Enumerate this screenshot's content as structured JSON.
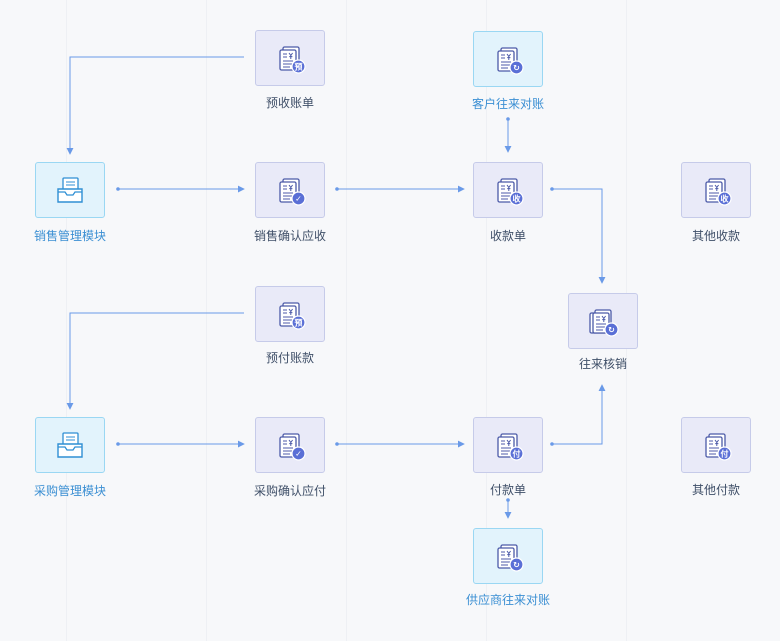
{
  "colors": {
    "accent": "#5b8ee6",
    "arrow": "#6a9ae8",
    "module_bg": "#e2f3fc",
    "node_bg": "#e9eaf8",
    "badge": "#5a6fd6"
  },
  "nodes": {
    "prepaid_receipt": {
      "label": "预收账单",
      "icon": "receipt-document-icon",
      "badge": "预"
    },
    "customer_reconcile": {
      "label": "客户往来对账",
      "icon": "receipt-document-icon",
      "badge": "↻"
    },
    "sales_module": {
      "label": "销售管理模块",
      "icon": "inbox-tray-icon"
    },
    "sales_receivable": {
      "label": "销售确认应收",
      "icon": "receipt-document-icon",
      "badge": "✓"
    },
    "receipt_slip": {
      "label": "收款单",
      "icon": "receipt-document-icon",
      "badge": "收"
    },
    "other_receipt": {
      "label": "其他收款",
      "icon": "receipt-document-icon",
      "badge": "收"
    },
    "prepaid_payment": {
      "label": "预付账款",
      "icon": "receipt-document-icon",
      "badge": "预"
    },
    "write_off": {
      "label": "往来核销",
      "icon": "stacked-documents-icon",
      "badge": "↻"
    },
    "purchase_module": {
      "label": "采购管理模块",
      "icon": "inbox-tray-icon"
    },
    "purchase_payable": {
      "label": "采购确认应付",
      "icon": "receipt-document-icon",
      "badge": "✓"
    },
    "payment_slip": {
      "label": "付款单",
      "icon": "receipt-document-icon",
      "badge": "付"
    },
    "other_payment": {
      "label": "其他付款",
      "icon": "receipt-document-icon",
      "badge": "付"
    },
    "supplier_reconcile": {
      "label": "供应商往来对账",
      "icon": "receipt-document-icon",
      "badge": "↻"
    }
  }
}
